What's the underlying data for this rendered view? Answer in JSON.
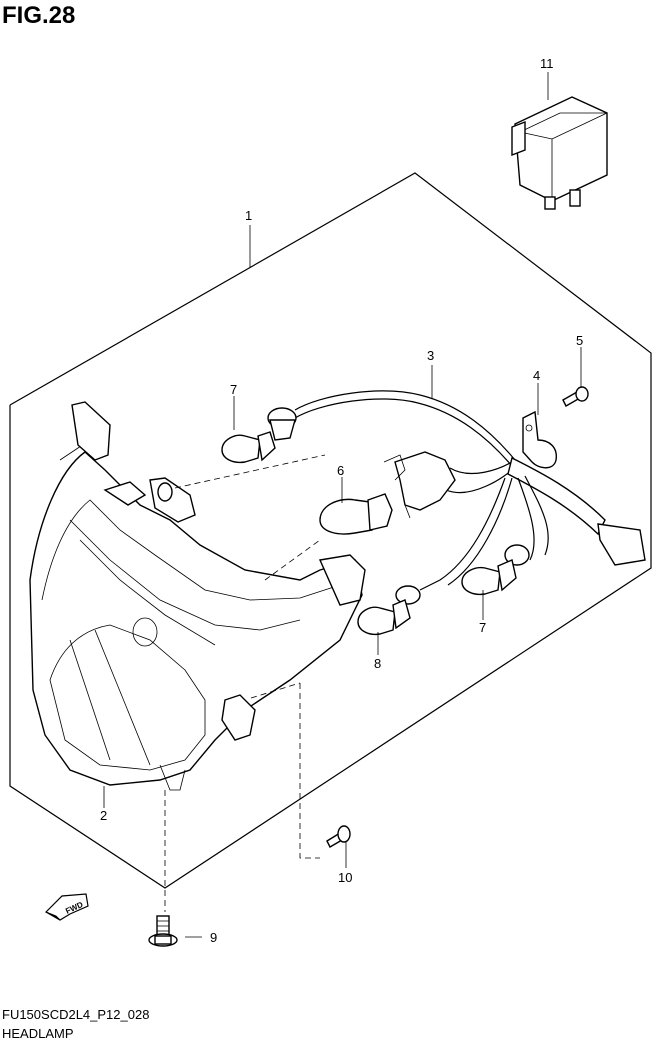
{
  "figure": {
    "title": "FIG.28",
    "code": "FU150SCD2L4_P12_028",
    "name": "HEADLAMP"
  },
  "callouts": [
    {
      "id": "c1",
      "label": "1"
    },
    {
      "id": "c2",
      "label": "2"
    },
    {
      "id": "c3",
      "label": "3"
    },
    {
      "id": "c4",
      "label": "4"
    },
    {
      "id": "c5",
      "label": "5"
    },
    {
      "id": "c6",
      "label": "6"
    },
    {
      "id": "c7a",
      "label": "7"
    },
    {
      "id": "c7b",
      "label": "7"
    },
    {
      "id": "c8",
      "label": "8"
    },
    {
      "id": "c9",
      "label": "9"
    },
    {
      "id": "c10",
      "label": "10"
    },
    {
      "id": "c11",
      "label": "11"
    }
  ],
  "direction_marker": {
    "label": "FWD",
    "icon": "fwd-arrow-icon"
  }
}
